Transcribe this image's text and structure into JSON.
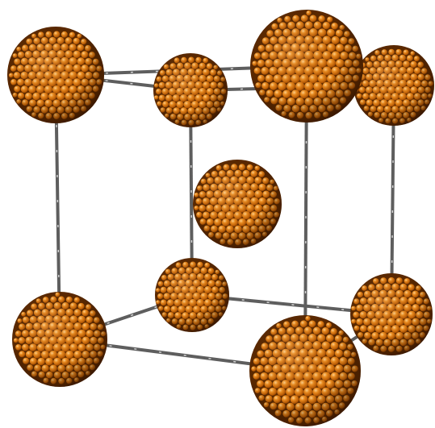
{
  "scene": {
    "description_hidden": "",
    "colors": {
      "background": "#ffffff",
      "bead_light": "#f7b35a",
      "bead_mid": "#d9740f",
      "bead_dark": "#6b3000",
      "bond": "#5e5e5e",
      "bond_highlight": "#d8d8d8"
    },
    "structure": "body-centered-cubic",
    "cluster_count": 9,
    "edge_count": 12
  }
}
